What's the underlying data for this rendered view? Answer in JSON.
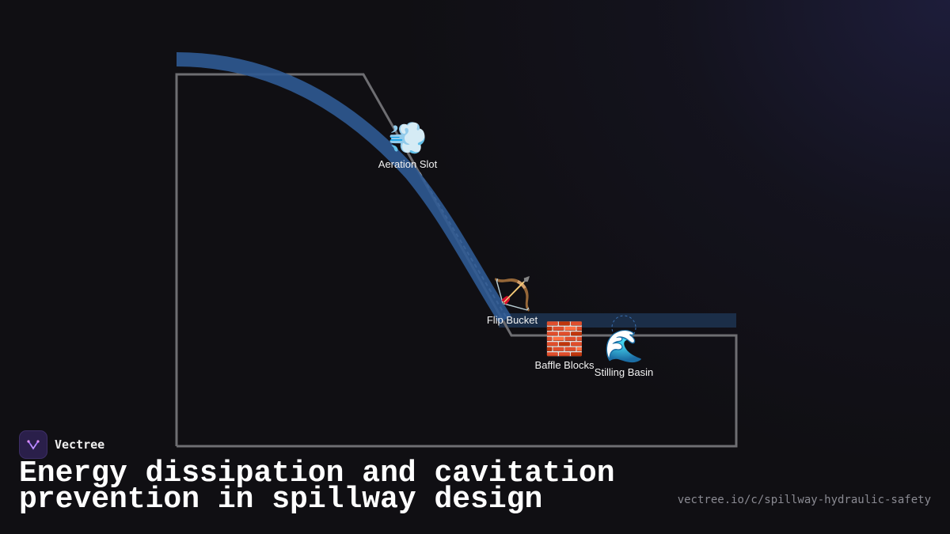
{
  "brand": {
    "name": "Vectree",
    "logo_icon": "vectree-logo-icon",
    "accent": "#a070ff"
  },
  "title": {
    "line1": "Energy dissipation and cavitation",
    "line2": "prevention in spillway design"
  },
  "url": "vectree.io/c/spillway-hydraulic-safety",
  "diagram": {
    "nodes": [
      {
        "id": "aeration-slot",
        "label": "Aeration Slot",
        "icon": "💨",
        "icon_name": "dash-wind-icon"
      },
      {
        "id": "flip-bucket",
        "label": "Flip Bucket",
        "icon": "🏹",
        "icon_name": "bow-arrow-icon"
      },
      {
        "id": "baffle-blocks",
        "label": "Baffle Blocks",
        "icon": "🧱",
        "icon_name": "brick-icon"
      },
      {
        "id": "stilling-basin",
        "label": "Stilling Basin",
        "icon": "🌊",
        "icon_name": "wave-icon"
      }
    ],
    "colors": {
      "structure_outline": "#6e6e72",
      "water_flow": "#2f5a93",
      "water_channel": "#1b2e48",
      "seepage_line": "#9aa0aa"
    }
  }
}
